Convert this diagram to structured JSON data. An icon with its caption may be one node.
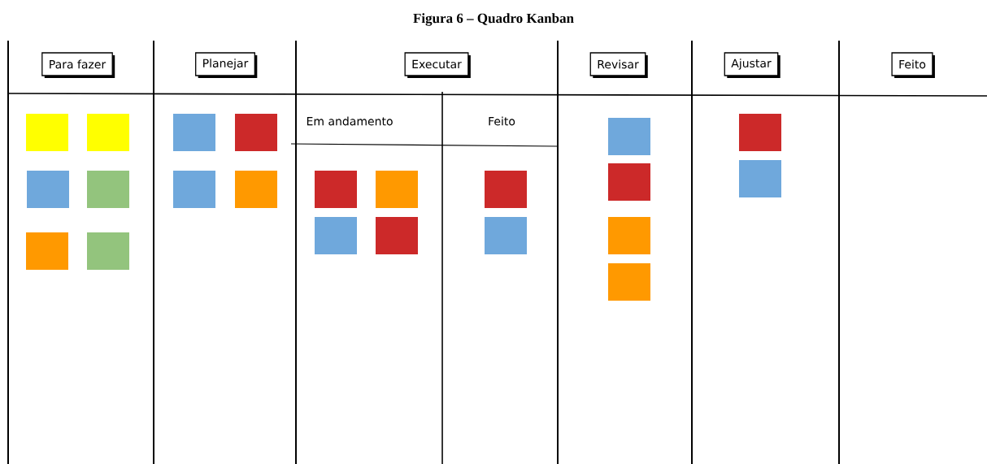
{
  "diagram": {
    "title": "Figura 6 – Quadro Kanban",
    "nodes": [
      {
        "text": [
          "Para fazer"
        ]
      },
      {
        "text": [
          "Planejar"
        ]
      },
      {
        "text": [
          "Executar"
        ]
      },
      {
        "text": [
          "Revisar"
        ]
      },
      {
        "text": [
          "Ajustar"
        ]
      },
      {
        "text": [
          "Feito"
        ]
      }
    ],
    "labels": [
      "Em andamento",
      "Feito"
    ]
  }
}
